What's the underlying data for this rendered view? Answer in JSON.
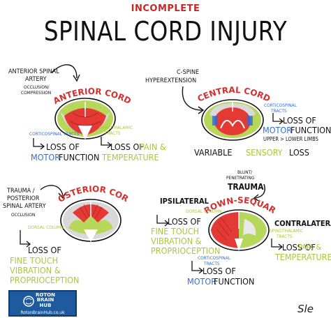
{
  "title": {
    "sub": "INCOMPLETE",
    "main": "SPINAL CORD INJURY"
  },
  "anterior": {
    "cause_line1": "ANTERIOR SPINAL",
    "cause_line2": "ARTERY",
    "cause_line3": "OCCLUSION/",
    "cause_line4": "COMPRESSION",
    "name": "ANTERIOR CORD",
    "tract1": "CORTICOSPINAL TRACTS",
    "tract2_line1": "SPINOTHALAMIC",
    "tract2_line2": "TRACTS",
    "loss_of": "LOSS OF",
    "motor": "MOTOR",
    "function": "FUNCTION",
    "loss_of_2": "LOSS OF",
    "pain_and": "PAIN &",
    "temperature": "TEMPERATURE"
  },
  "central": {
    "cause_line1": "C-SPINE",
    "cause_line2": "HYPEREXTENSION",
    "name": "CENTRAL CORD",
    "tract_line1": "CORTICOSPINAL",
    "tract_line2": "TRACTS",
    "loss_of": "LOSS OF",
    "motor": "MOTOR",
    "function": "FUNCTION",
    "upper_lower": "UPPER > LOWER LIMBS",
    "variable": "VARIABLE",
    "sensory": "SENSORY",
    "loss": "LOSS"
  },
  "posterior": {
    "cause_line1": "TRAUMA /",
    "cause_line2": "POSTERIOR",
    "cause_line3": "SPINAL ARTERY",
    "cause_line4": "OCCLUSION",
    "name": "POSTERIOR CORD",
    "tract": "DORSAL COLUMN",
    "loss_of": "LOSS OF",
    "fine_touch": "FINE TOUCH",
    "vibration": "VIBRATION &",
    "proprioception": "PROPRIOCEPTION"
  },
  "brown": {
    "cause_line1": "BLUNT/",
    "cause_line2": "PENETRATING",
    "cause_line3": "TRAUMA",
    "name": "BROWN-SEQUARD",
    "ipsilateral": "IPSILATERAL",
    "contralateral": "CONTRALATERAL",
    "dorsal": "DORSAL COLUMN",
    "spino_line1": "SPINOTHALAMIC",
    "spino_line2": "TRACTS",
    "cortico_line1": "CORTICOSPINAL",
    "cortico_line2": "TRACTS",
    "ipsi_loss": "LOSS OF",
    "ipsi_fine": "FINE TOUCH",
    "ipsi_vib": "VIBRATION &",
    "ipsi_prop": "PROPRIOCEPTION",
    "contra_loss": "LOSS OF",
    "contra_pain": "PAIN &",
    "contra_temp": "TEMPERATURE",
    "motor_loss": "LOSS OF",
    "motor": "MOTOR",
    "motor_fn": "FUNCTION"
  },
  "logo": {
    "line1": "ROTON",
    "line2": "BRAIN",
    "line3": "HUB",
    "url": "RotonBrainHub.co.uk"
  },
  "signature": "Sle",
  "colors": {
    "red": "#d32f2f",
    "blue": "#2e6fd6",
    "green": "#a8c83a",
    "grey": "#cfcfcf"
  }
}
